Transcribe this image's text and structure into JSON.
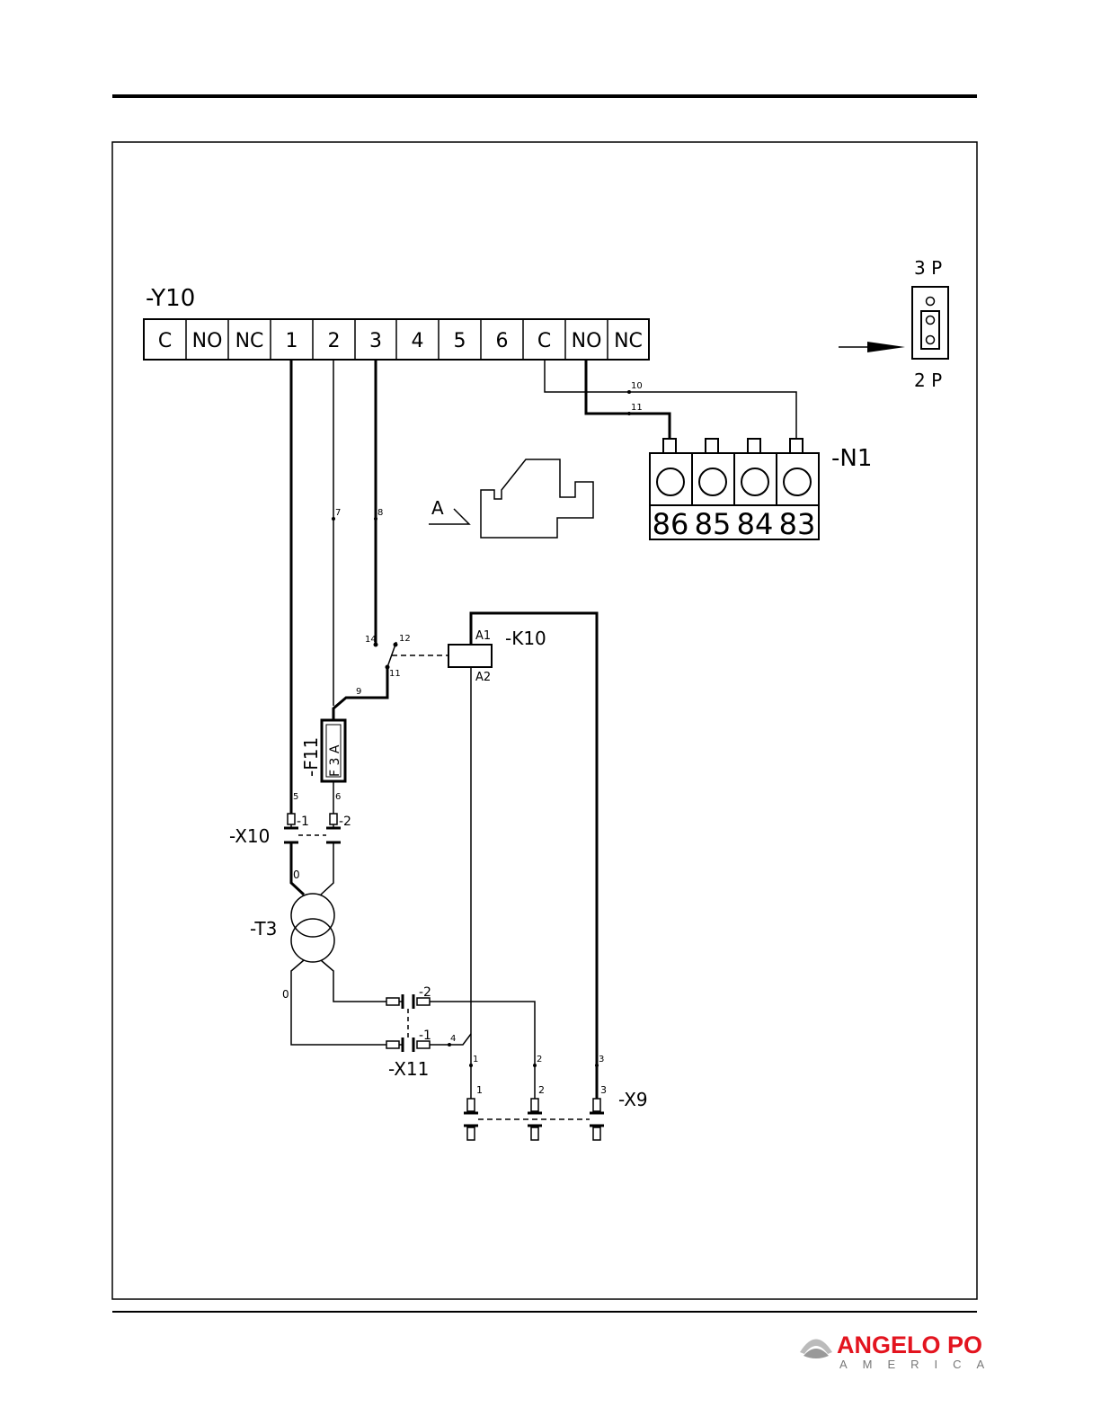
{
  "page": {
    "brand": "ANGELO PO",
    "brand_sub": "AMERICA"
  },
  "labels": {
    "y10": "-Y10",
    "n1": "-N1",
    "k10": "-K10",
    "k10_a1": "A1",
    "k10_a2": "A2",
    "f11": "-F11",
    "f11_rating": "F 3 A",
    "x10": "-X10",
    "x10_pin1": "-1",
    "x10_pin2": "-2",
    "t3": "-T3",
    "x11": "-X11",
    "x11_pin1": "-1",
    "x11_pin2": "-2",
    "x9": "-X9",
    "detail_a": "A",
    "jumper_3p": "3 P",
    "jumper_2p": "2 P"
  },
  "y10_terminals": [
    "C",
    "NO",
    "NC",
    "1",
    "2",
    "3",
    "4",
    "5",
    "6",
    "C",
    "NO",
    "NC"
  ],
  "n1_terminals": [
    "86",
    "85",
    "84",
    "83"
  ],
  "wires": {
    "w0a": "0",
    "w0b": "0",
    "w1": "1",
    "w2": "2",
    "w3": "3",
    "w4": "4",
    "w5": "5",
    "w6": "6",
    "w7": "7",
    "w8": "8",
    "w9": "9",
    "w10": "10",
    "w11": "11",
    "c11": "11",
    "c12": "12",
    "c14": "14",
    "x9_1": "1",
    "x9_2": "2",
    "x9_3": "3"
  }
}
